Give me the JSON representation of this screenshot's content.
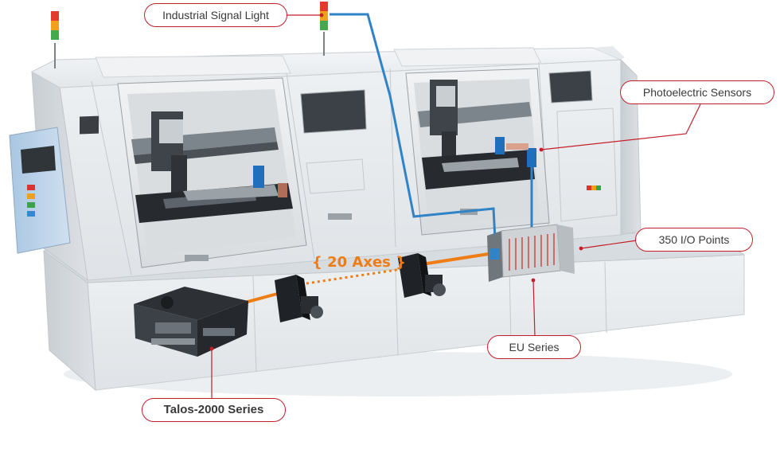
{
  "callouts": {
    "signal_light": "Industrial Signal Light",
    "photoelectric_sensors": "Photoelectric Sensors",
    "io_points": "350 I/O Points",
    "eu_series": "EU Series",
    "talos_series": "Talos-2000 Series"
  },
  "axes_label": "{ 20 Axes }",
  "colors": {
    "accent_red": "#c41e2a",
    "cable_blue": "#2f83c6",
    "cable_orange": "#ef7d16",
    "machine_body": "#e9ecef"
  }
}
